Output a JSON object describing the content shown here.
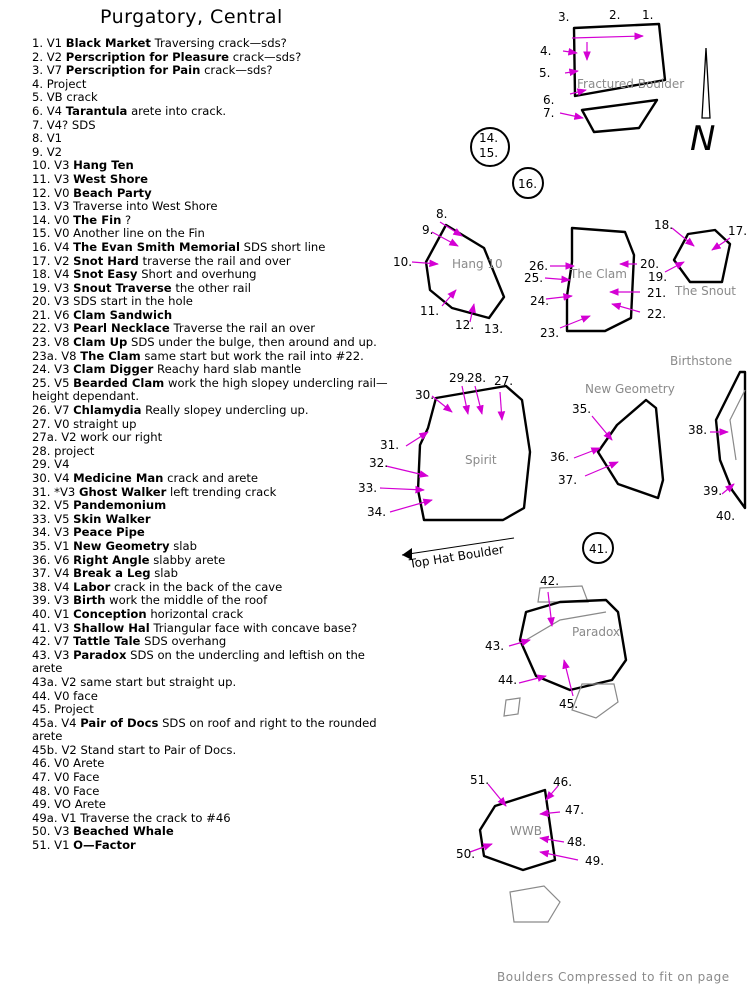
{
  "title": "Purgatory, Central",
  "routes": [
    {
      "num": "1.",
      "grade": "V1",
      "name": "Black Market",
      "desc": "Traversing crack—sds?"
    },
    {
      "num": "2.",
      "grade": "V2",
      "name": "Perscription for Pleasure",
      "desc": "crack—sds?"
    },
    {
      "num": "3.",
      "grade": "V7",
      "name": "Perscription for Pain",
      "desc": "crack—sds?"
    },
    {
      "num": "4.",
      "grade": "",
      "name": "",
      "desc": "Project"
    },
    {
      "num": "5.",
      "grade": "VB",
      "name": "",
      "desc": "crack"
    },
    {
      "num": "6.",
      "grade": "V4",
      "name": "Tarantula",
      "desc": "arete into crack."
    },
    {
      "num": "7.",
      "grade": "V4?",
      "name": "",
      "desc": "SDS"
    },
    {
      "num": "8.",
      "grade": "V1",
      "name": "",
      "desc": ""
    },
    {
      "num": "9.",
      "grade": "V2",
      "name": "",
      "desc": ""
    },
    {
      "num": "10.",
      "grade": "V3",
      "name": "Hang Ten",
      "desc": ""
    },
    {
      "num": "11.",
      "grade": "V3",
      "name": "West Shore",
      "desc": ""
    },
    {
      "num": "12.",
      "grade": "V0",
      "name": "Beach Party",
      "desc": ""
    },
    {
      "num": "13.",
      "grade": "V3",
      "name": "",
      "desc": "Traverse into West Shore"
    },
    {
      "num": "14.",
      "grade": "V0",
      "name": "The Fin",
      "desc": "?"
    },
    {
      "num": "15.",
      "grade": "V0",
      "name": "",
      "desc": "Another line on the Fin"
    },
    {
      "num": "16.",
      "grade": "V4",
      "name": "The Evan Smith Memorial",
      "desc": "SDS short line"
    },
    {
      "num": "17.",
      "grade": "V2",
      "name": "Snot Hard",
      "desc": "traverse the rail and over"
    },
    {
      "num": "18.",
      "grade": "V4",
      "name": "Snot Easy",
      "desc": "Short and overhung"
    },
    {
      "num": "19.",
      "grade": "V3",
      "name": "Snout Traverse",
      "desc": "the other rail"
    },
    {
      "num": "20.",
      "grade": "V3",
      "name": "",
      "desc": "SDS start in the hole"
    },
    {
      "num": "21.",
      "grade": "V6",
      "name": "Clam Sandwich",
      "desc": ""
    },
    {
      "num": "22.",
      "grade": "V3",
      "name": "Pearl Necklace",
      "desc": "Traverse the rail an over"
    },
    {
      "num": "23.",
      "grade": "V8",
      "name": "Clam Up",
      "desc": "SDS under the bulge, then around and up."
    },
    {
      "num": "23a.",
      "grade": "V8",
      "name": "The Clam",
      "desc": "same start but work the rail into #22."
    },
    {
      "num": "24.",
      "grade": "V3",
      "name": "Clam Digger",
      "desc": "Reachy hard slab mantle"
    },
    {
      "num": "25.",
      "grade": "V5",
      "name": "Bearded Clam",
      "desc": "work the high slopey undercling rail—height dependant."
    },
    {
      "num": "26.",
      "grade": "V7",
      "name": "Chlamydia",
      "desc": "Really slopey undercling up."
    },
    {
      "num": "27.",
      "grade": "V0",
      "name": "",
      "desc": "straight up"
    },
    {
      "num": "27a.",
      "grade": "V2",
      "name": "",
      "desc": "work our right"
    },
    {
      "num": "28.",
      "grade": "",
      "name": "",
      "desc": "project"
    },
    {
      "num": "29.",
      "grade": "V4",
      "name": "",
      "desc": ""
    },
    {
      "num": "30.",
      "grade": "V4",
      "name": "Medicine Man",
      "desc": "crack and arete"
    },
    {
      "num": "31.",
      "grade": "*V3",
      "name": "Ghost Walker",
      "desc": "left trending crack"
    },
    {
      "num": "32.",
      "grade": "V5",
      "name": "Pandemonium",
      "desc": ""
    },
    {
      "num": "33.",
      "grade": "V5",
      "name": "Skin Walker",
      "desc": ""
    },
    {
      "num": "34.",
      "grade": "V3",
      "name": "Peace Pipe",
      "desc": ""
    },
    {
      "num": "35.",
      "grade": "V1",
      "name": "New Geometry",
      "desc": "slab"
    },
    {
      "num": "36.",
      "grade": "V6",
      "name": "Right Angle",
      "desc": "slabby arete"
    },
    {
      "num": "37.",
      "grade": "V4",
      "name": "Break a Leg",
      "desc": "slab"
    },
    {
      "num": "38.",
      "grade": "V4",
      "name": "Labor",
      "desc": "crack in the back of the cave"
    },
    {
      "num": "39.",
      "grade": "V3",
      "name": "Birth",
      "desc": "work the middle of the roof"
    },
    {
      "num": "40.",
      "grade": "V1",
      "name": "Conception",
      "desc": "horizontal crack"
    },
    {
      "num": "41.",
      "grade": "V3",
      "name": "Shallow Hal",
      "desc": "Triangular face with concave base?"
    },
    {
      "num": "42.",
      "grade": "V7",
      "name": "Tattle Tale",
      "desc": "SDS overhang"
    },
    {
      "num": "43.",
      "grade": "V3",
      "name": "Paradox",
      "desc": "SDS on the undercling and leftish on the arete"
    },
    {
      "num": "43a.",
      "grade": "V2",
      "name": "",
      "desc": "same start but straight up."
    },
    {
      "num": "44.",
      "grade": "V0",
      "name": "",
      "desc": "face"
    },
    {
      "num": "45.",
      "grade": "",
      "name": "",
      "desc": "Project"
    },
    {
      "num": "45a.",
      "grade": "V4",
      "name": "Pair of Docs",
      "desc": "SDS on roof and right to the rounded arete"
    },
    {
      "num": "45b.",
      "grade": "V2",
      "name": "",
      "desc": "Stand start to Pair of Docs."
    },
    {
      "num": "46.",
      "grade": "V0",
      "name": "",
      "desc": "Arete"
    },
    {
      "num": "47.",
      "grade": "V0",
      "name": "",
      "desc": "Face"
    },
    {
      "num": "48.",
      "grade": "V0",
      "name": "",
      "desc": "Face"
    },
    {
      "num": "49.",
      "grade": "VO",
      "name": "",
      "desc": "Arete"
    },
    {
      "num": "49a.",
      "grade": "V1",
      "name": "",
      "desc": "Traverse the crack to #46"
    },
    {
      "num": "50.",
      "grade": "V3",
      "name": "Beached Whale",
      "desc": ""
    },
    {
      "num": "51.",
      "grade": "V1",
      "name": "O—Factor",
      "desc": ""
    }
  ],
  "boulders": {
    "fractured": "Fractured Boulder",
    "hang10": "Hang 10",
    "clam": "The Clam",
    "snout": "The Snout",
    "birthstone": "Birthstone",
    "new_geometry": "New Geometry",
    "spirit": "Spirit",
    "top_hat": "Top Hat Boulder",
    "paradox": "Paradox",
    "wwb": "WWB"
  },
  "map_labels": {
    "l1": "1.",
    "l2": "2.",
    "l3": "3.",
    "l4": "4.",
    "l5": "5.",
    "l6": "6.",
    "l7": "7.",
    "l8": "8.",
    "l9": "9.",
    "l10": "10.",
    "l11": "11.",
    "l12": "12.",
    "l13": "13.",
    "l14": "14.",
    "l15": "15.",
    "l16": "16.",
    "l17": "17.",
    "l18": "18.",
    "l19": "19.",
    "l20": "20.",
    "l21": "21.",
    "l22": "22.",
    "l23": "23.",
    "l24": "24.",
    "l25": "25.",
    "l26": "26.",
    "l27": "27.",
    "l28": "28.",
    "l29": "29.",
    "l30": "30.",
    "l31": "31.",
    "l32": "32.",
    "l33": "33.",
    "l34": "34.",
    "l35": "35.",
    "l36": "36.",
    "l37": "37.",
    "l38": "38.",
    "l39": "39.",
    "l40": "40.",
    "l41": "41.",
    "l42": "42.",
    "l43": "43.",
    "l44": "44.",
    "l45": "45.",
    "l46": "46.",
    "l47": "47.",
    "l48": "48.",
    "l49": "49.",
    "l50": "50.",
    "l51": "51."
  },
  "north_label": "N",
  "footer": "Boulders Compressed to fit on page"
}
